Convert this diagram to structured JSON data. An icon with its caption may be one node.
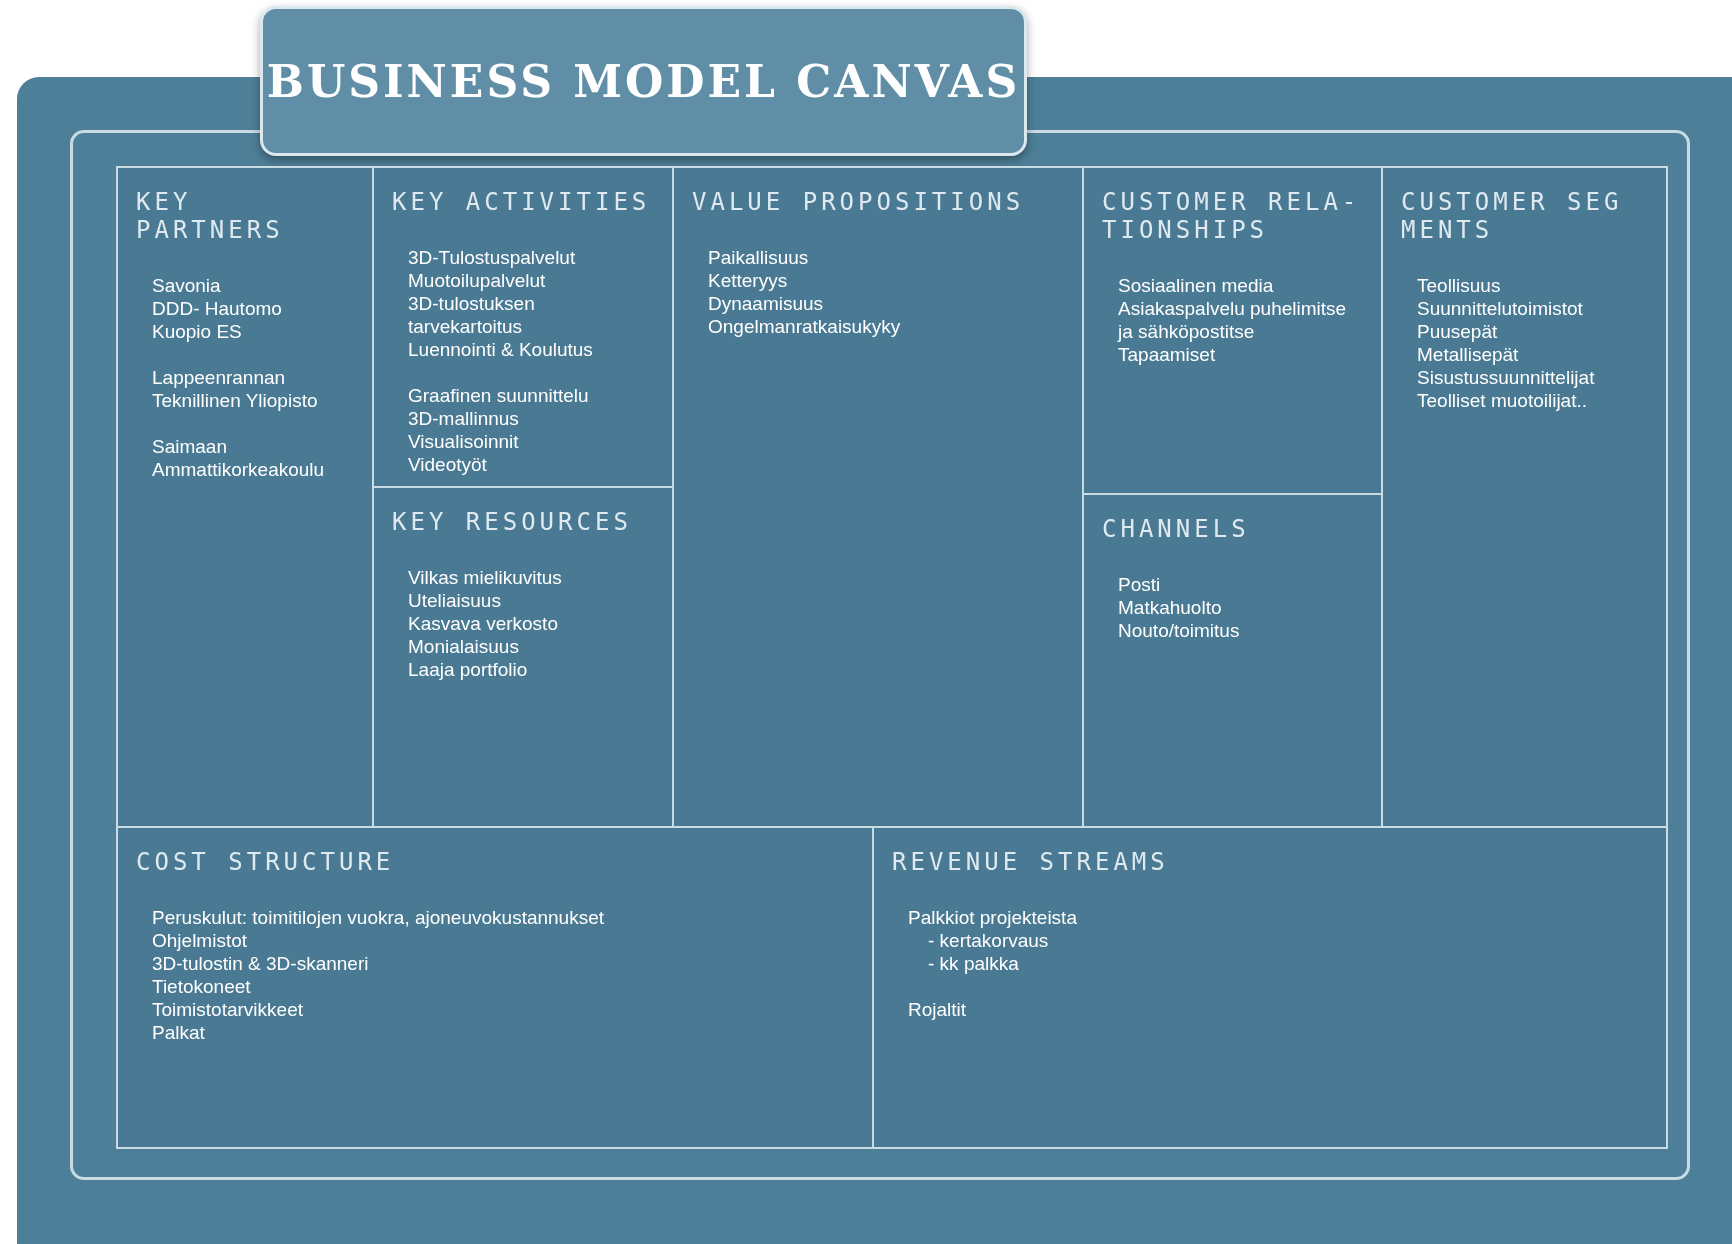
{
  "diagram": {
    "title": "BUSINESS MODEL CANVAS",
    "nodes": [
      {
        "text": [
          "KEY PARTNERS",
          "Savonia",
          "DDD- Hautomo",
          "Kuopio ES",
          "Lappeenrannan Teknillinen Yliopisto",
          "Saimaan Ammattikorkeakoulu"
        ]
      },
      {
        "text": [
          "KEY ACTIVITIES",
          "3D-Tulostuspalvelut",
          "Muotoilupalvelut",
          "3D-tulostuksen tarvekartoitus",
          "Luennointi & Koulutus",
          "Graafinen suunnittelu",
          "3D-mallinnus",
          "Visualisoinnit",
          "Videotyöt"
        ]
      },
      {
        "text": [
          "KEY RESOURCES",
          "Vilkas mielikuvitus",
          "Uteliaisuus",
          "Kasvava verkosto",
          "Monialaisuus",
          "Laaja portfolio"
        ]
      },
      {
        "text": [
          "VALUE PROPOSITIONS",
          "Paikallisuus",
          "Ketteryys",
          "Dynaamisuus",
          "Ongelmanratkaisukyky"
        ]
      },
      {
        "text": [
          "CUSTOMER RELA- TIONSHIPS",
          "Sosiaalinen media",
          "Asiakaspalvelu puhelimitse ja sähköpostitse",
          "Tapaamiset"
        ]
      },
      {
        "text": [
          "CHANNELS",
          "Posti",
          "Matkahuolto",
          "Nouto/toimitus"
        ]
      },
      {
        "text": [
          "CUSTOMER SEG MENTS",
          "Teollisuus",
          "Suunnittelutoimistot",
          "Puusepät",
          "Metallisepät",
          "Sisustussuunnittelijat",
          "Teolliset muotoilijat.."
        ]
      },
      {
        "text": [
          "COST STRUCTURE",
          "Peruskulut: toimitilojen vuokra, ajoneuvokustannukset",
          "Ohjelmistot",
          "3D-tulostin & 3D-skanneri",
          "Tietokoneet",
          "Toimistotarvikkeet",
          "Palkat"
        ]
      },
      {
        "text": [
          "REVENUE STREAMS",
          "Palkkiot projekteista",
          "- kertakorvaus",
          "- kk palkka",
          "Rojaltit"
        ]
      }
    ]
  }
}
